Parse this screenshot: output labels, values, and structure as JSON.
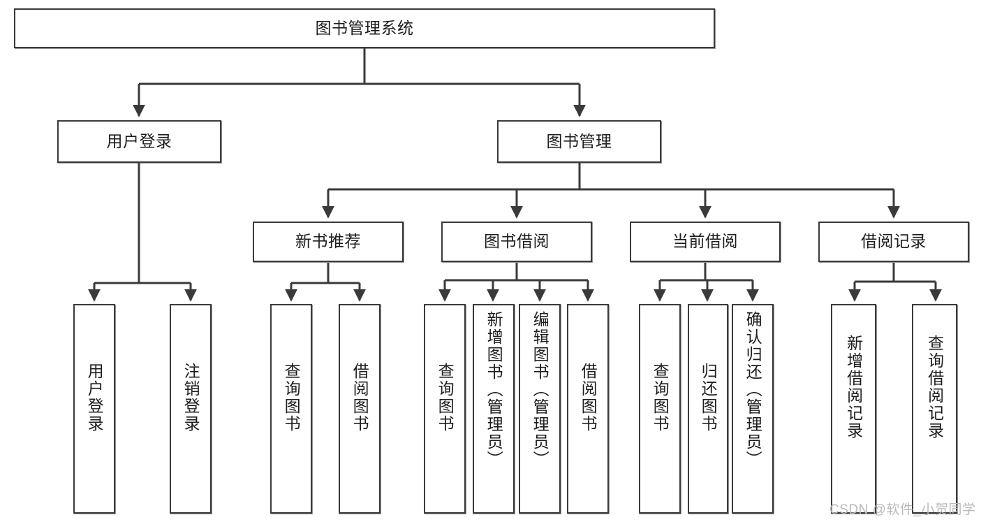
{
  "diagram": {
    "title": "图书管理系统",
    "watermark": "CSDN @软件_小贺同学",
    "colors": {
      "node_border": "#3a3a3a",
      "node_fill": "#ffffff",
      "edge": "#3a3a3a",
      "text": "#1d1d1d",
      "watermark": "#b9b9b9"
    },
    "levels": {
      "root": {
        "label": "图书管理系统"
      },
      "level2": [
        {
          "id": "user-login",
          "label": "用户登录"
        },
        {
          "id": "book-management",
          "label": "图书管理"
        }
      ],
      "level3": [
        {
          "id": "new-book-recommend",
          "label": "新书推荐"
        },
        {
          "id": "book-borrow",
          "label": "图书借阅"
        },
        {
          "id": "current-borrow",
          "label": "当前借阅"
        },
        {
          "id": "borrow-record",
          "label": "借阅记录"
        }
      ],
      "leaves": {
        "user-login": [
          {
            "id": "leaf-user-login",
            "label": "用户登录"
          },
          {
            "id": "leaf-logout",
            "label": "注销登录"
          }
        ],
        "new-book-recommend": [
          {
            "id": "leaf-query-book-1",
            "label": "查询图书"
          },
          {
            "id": "leaf-borrow-book-1",
            "label": "借阅图书"
          }
        ],
        "book-borrow": [
          {
            "id": "leaf-query-book-2",
            "label": "查询图书"
          },
          {
            "id": "leaf-add-book",
            "label": "新增图书（管理员）"
          },
          {
            "id": "leaf-edit-book",
            "label": "编辑图书（管理员）"
          },
          {
            "id": "leaf-borrow-book-2",
            "label": "借阅图书"
          }
        ],
        "current-borrow": [
          {
            "id": "leaf-query-book-3",
            "label": "查询图书"
          },
          {
            "id": "leaf-return-book",
            "label": "归还图书"
          },
          {
            "id": "leaf-confirm-return",
            "label": "确认归还（管理员）"
          }
        ],
        "borrow-record": [
          {
            "id": "leaf-add-record",
            "label": "新增借阅记录"
          },
          {
            "id": "leaf-query-record",
            "label": "查询借阅记录"
          }
        ]
      }
    }
  }
}
